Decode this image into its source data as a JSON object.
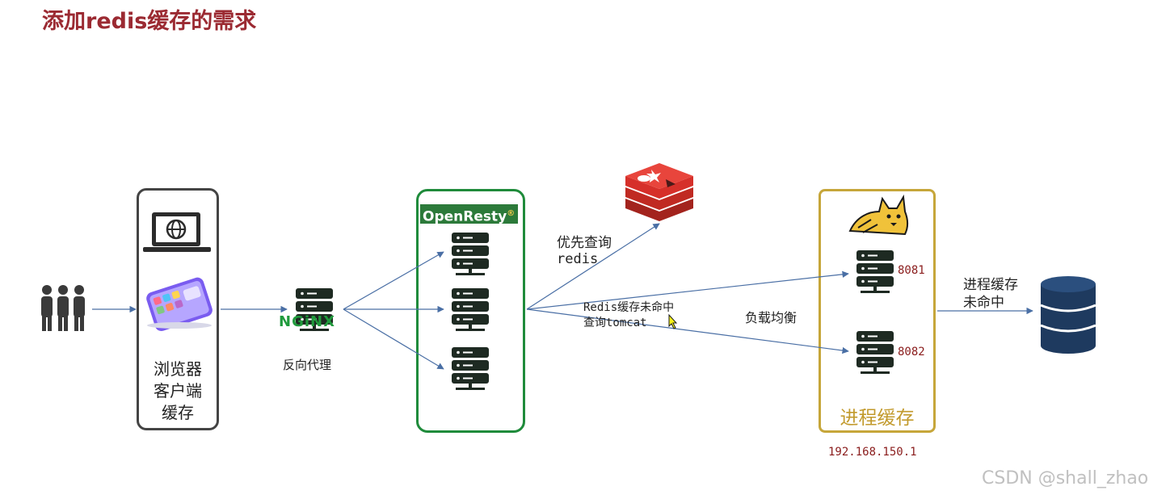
{
  "title": "添加redis缓存的需求",
  "browser": {
    "label_lines": [
      "浏览器",
      "客户端",
      "缓存"
    ]
  },
  "nginx": {
    "logo_text": "NGiNX",
    "label": "反向代理"
  },
  "openresty": {
    "badge": "OpenResty",
    "badge_mark": "®"
  },
  "redis": {
    "line1": "优先查询",
    "line2": "redis"
  },
  "miss": {
    "line1": "Redis缓存未命中",
    "line2": "查询tomcat"
  },
  "load_balance": "负载均衡",
  "tomcat": {
    "ports": [
      "8081",
      "8082"
    ],
    "footer": "进程缓存",
    "ip": "192.168.150.1"
  },
  "process_cache_hint": {
    "line1": "进程缓存",
    "line2": "未命中"
  },
  "watermark": "CSDN @shall_zhao",
  "colors": {
    "title": "#9b2a32",
    "openresty": "#1f8b3b",
    "tomcat": "#c6a63a",
    "redis": "#d6302a",
    "db": "#1e3a5f",
    "arrow": "#4a6fa5"
  },
  "icons": [
    "users-icon",
    "laptop-globe-icon",
    "phone-icon",
    "server-icon",
    "redis-icon",
    "tomcat-cat-icon",
    "database-icon",
    "mouse-cursor-icon"
  ]
}
